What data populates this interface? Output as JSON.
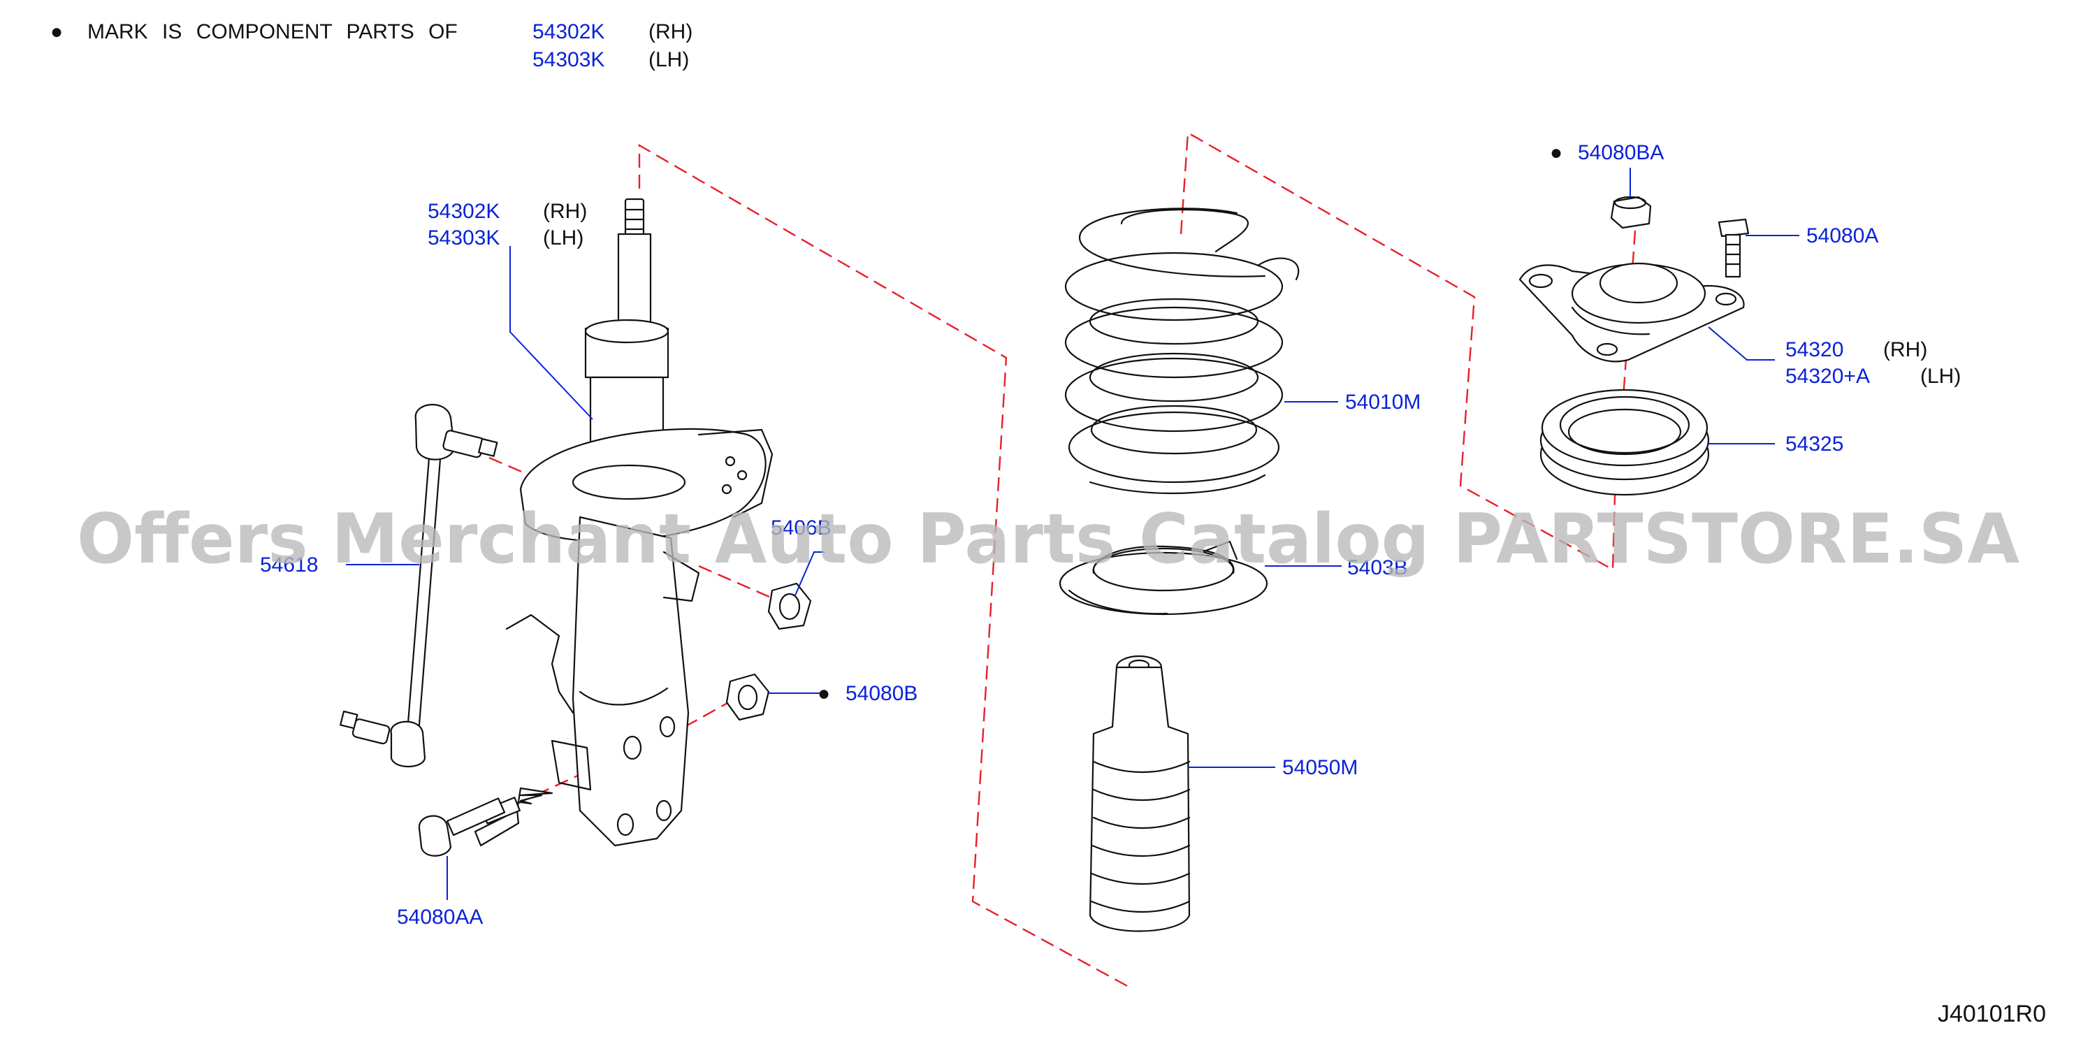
{
  "note": {
    "bullet": "●",
    "text": "MARK IS COMPONENT PARTS OF",
    "parts": [
      {
        "num": "54302K",
        "side": "(RH)"
      },
      {
        "num": "54303K",
        "side": "(LH)"
      }
    ]
  },
  "labels": {
    "strut": [
      {
        "num": "54302K",
        "side": "(RH)"
      },
      {
        "num": "54303K",
        "side": "(LH)"
      }
    ],
    "stabilizer_link": "54618",
    "strut_nut": "5406B",
    "lower_nut_bullet": "●",
    "lower_nut": "54080B",
    "lower_bolt": "54080AA",
    "coil_spring": "54010M",
    "lower_seat": "5403B",
    "bound_bumper": "54050M",
    "top_nut_bullet": "●",
    "top_nut": "54080BA",
    "mount_bolt": "54080A",
    "mount": [
      {
        "num": "54320",
        "side": "(RH)"
      },
      {
        "num": "54320+A",
        "side": "(LH)"
      }
    ],
    "bearing": "54325"
  },
  "watermark": "Offers Merchant Auto Parts Catalog PARTSTORE.SA",
  "diagram_code": "J40101R0",
  "colors": {
    "part_number": "#0a22d8",
    "dashed_guide": "#e8202a",
    "line_art": "#111111",
    "watermark": "#b9b9b9"
  }
}
